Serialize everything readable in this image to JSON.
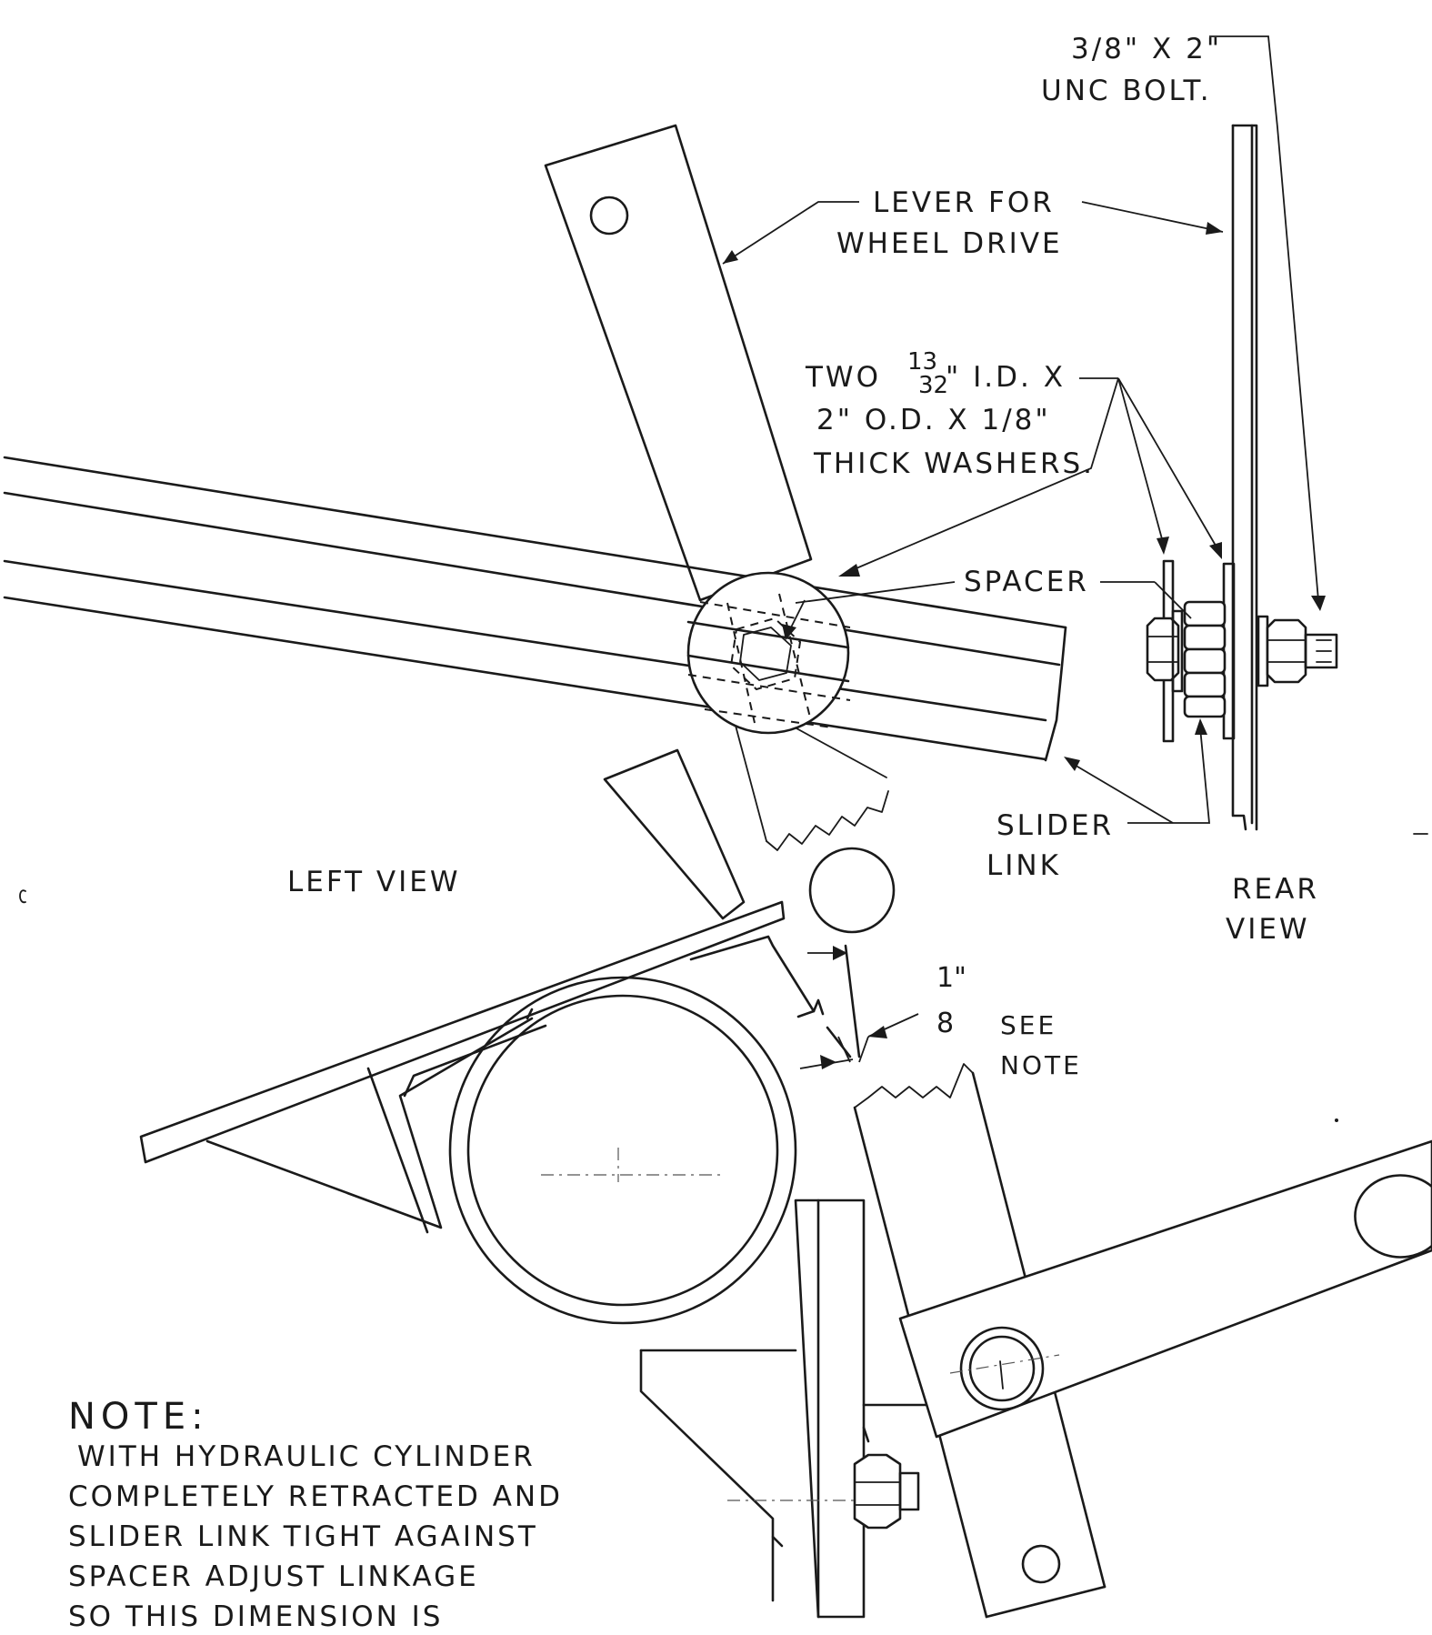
{
  "labels": {
    "bolt_size": "3/8\" X 2\"",
    "bolt_type": "UNC BOLT.",
    "lever_line1": "LEVER FOR",
    "lever_line2": "WHEEL DRIVE",
    "washers_two": "TWO",
    "washers_id_num": "13",
    "washers_id_den": "32",
    "washers_id_suffix": "\" I.D. X",
    "washers_line2": "2\" O.D. X 1/8\"",
    "washers_line3": "THICK WASHERS.",
    "spacer": "SPACER",
    "slider_line1": "SLIDER",
    "slider_line2": "LINK",
    "left_view": "LEFT VIEW",
    "rear_line1": "REAR",
    "rear_line2": "VIEW",
    "dim_num": "1\"",
    "dim_den": "8",
    "see_line1": "SEE",
    "see_line2": "NOTE"
  },
  "note": {
    "title": "NOTE:",
    "lines": [
      "WITH HYDRAULIC CYLINDER",
      "COMPLETELY RETRACTED AND",
      "SLIDER LINK TIGHT AGAINST",
      "SPACER ADJUST LINKAGE",
      "SO THIS DIMENSION IS"
    ]
  }
}
